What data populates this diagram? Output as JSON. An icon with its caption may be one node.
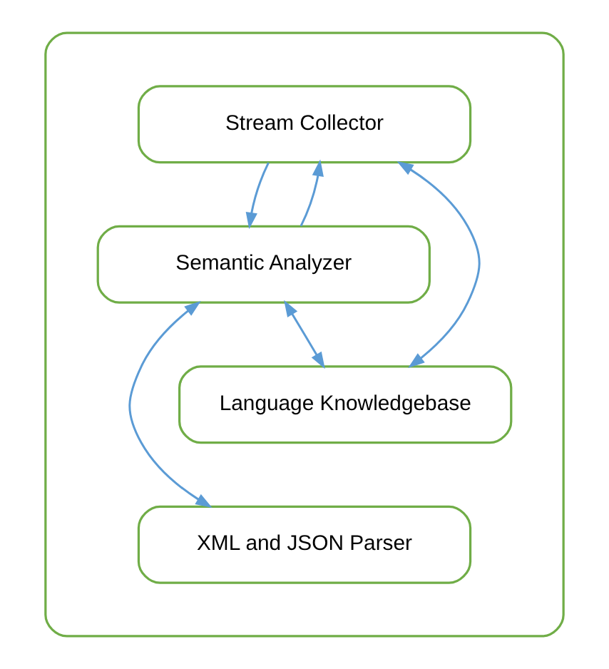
{
  "diagram": {
    "nodes": [
      {
        "text": [],
        "shape": "box"
      },
      {
        "text": [
          "Stream Collector"
        ],
        "in": 0
      },
      {
        "text": [
          "Semantic Analyzer"
        ],
        "in": 0
      },
      {
        "text": [
          "Language Knowledgebase"
        ],
        "in": 0
      },
      {
        "text": [
          "XML and JSON Parser"
        ],
        "in": 0
      }
    ],
    "edges": [
      {
        "from": 1,
        "to": 2,
        "arrow": "to"
      },
      {
        "from": 2,
        "to": 1,
        "arrow": "to"
      },
      {
        "from": 1,
        "to": 3,
        "arrow": "both"
      },
      {
        "from": 2,
        "to": 3,
        "arrow": "both"
      },
      {
        "from": 2,
        "to": 4,
        "arrow": "both"
      }
    ]
  }
}
